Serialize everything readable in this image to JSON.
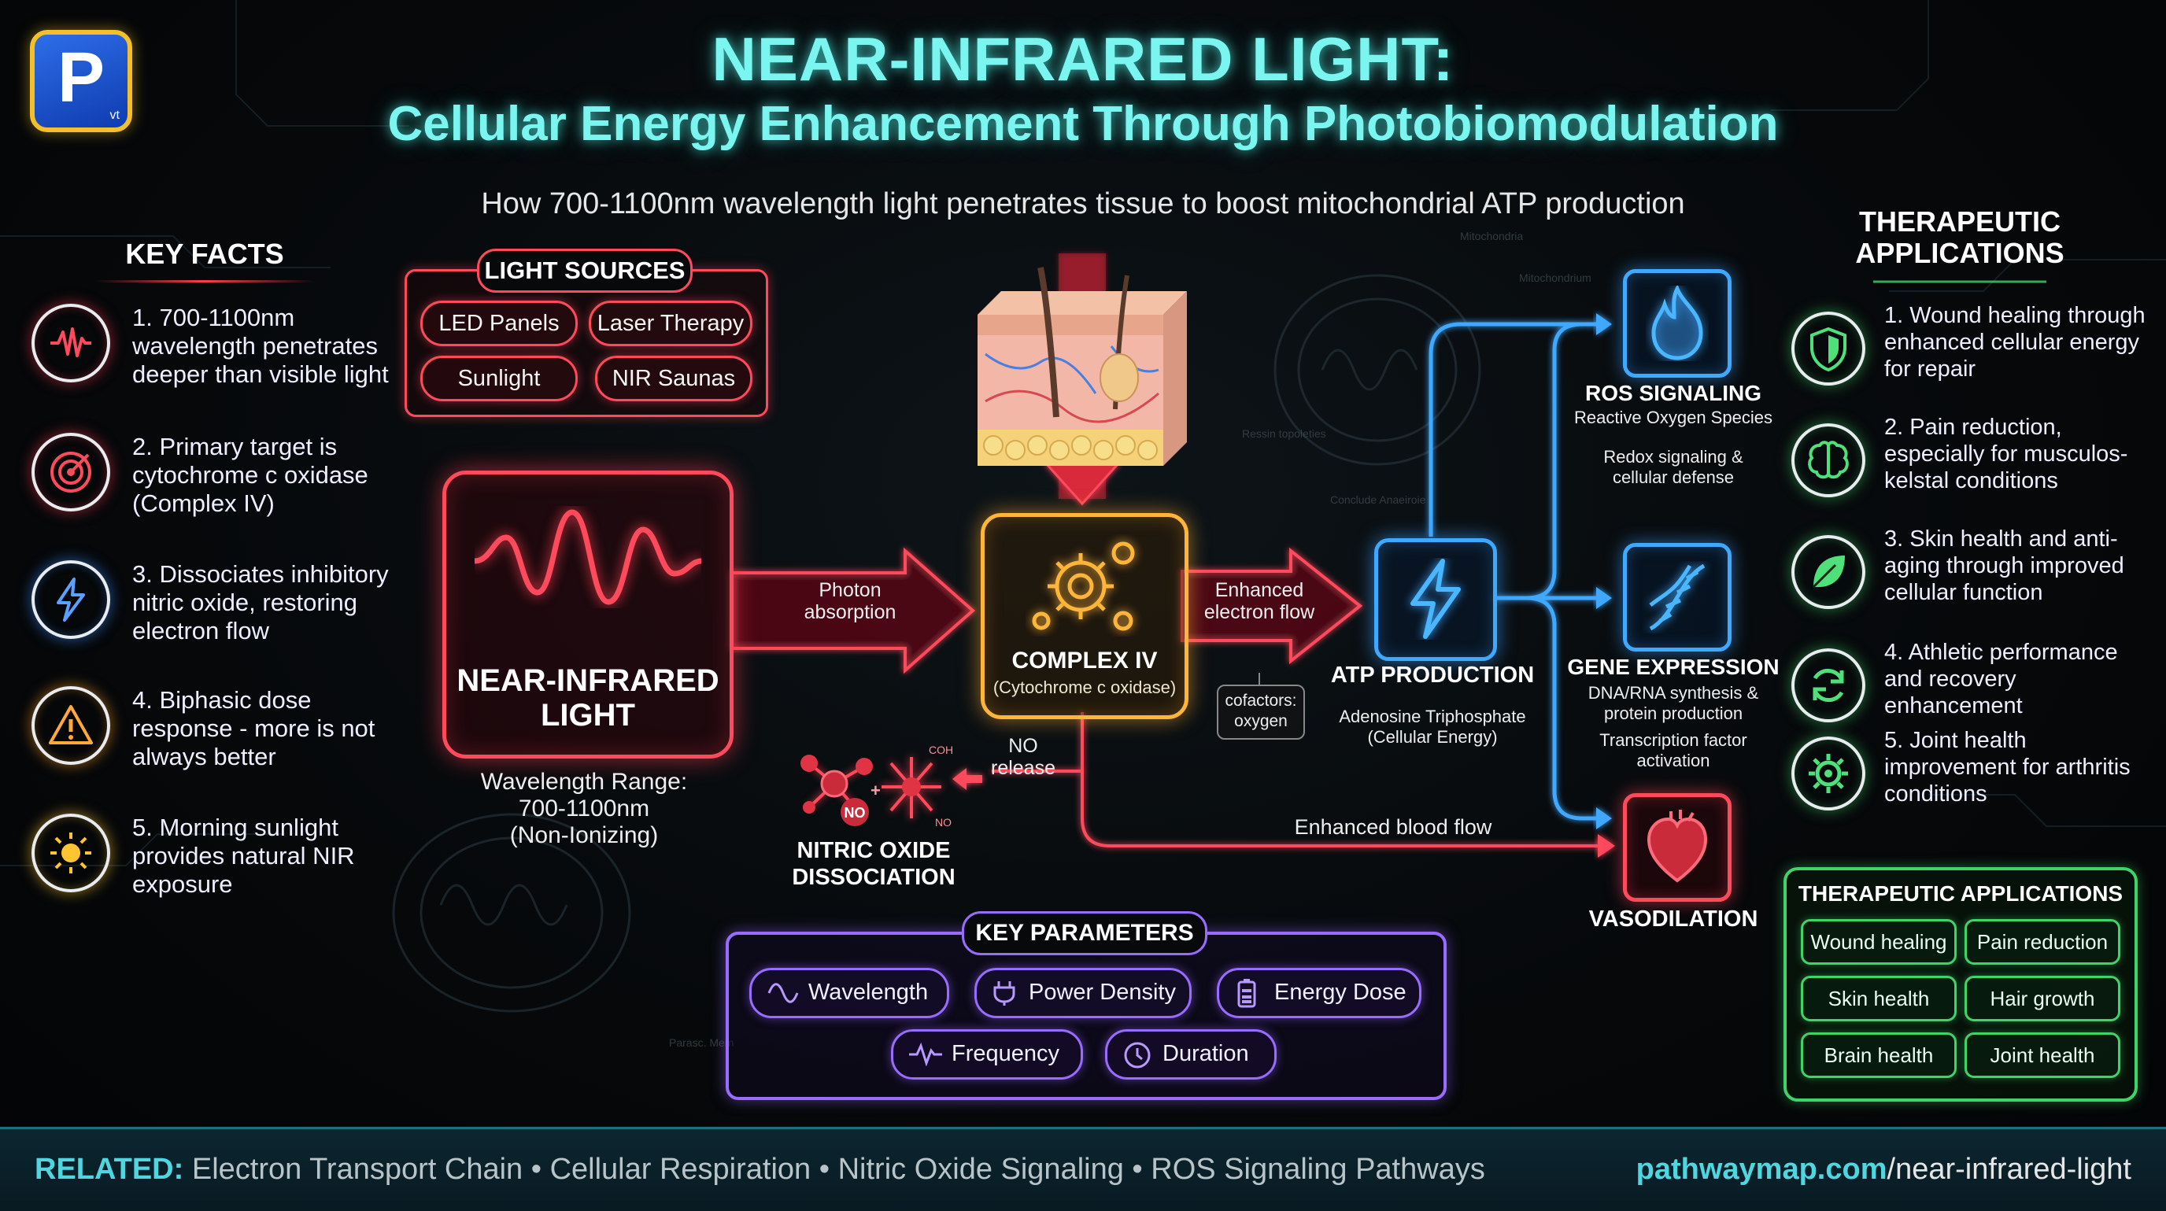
{
  "header": {
    "title_line1": "NEAR-INFRARED LIGHT:",
    "title_line2": "Cellular Energy Enhancement Through Photobiomodulation",
    "subtitle": "How 700-1100nm wavelength light penetrates tissue to boost mitochondrial ATP production",
    "logo_letter": "P",
    "logo_small": "vt"
  },
  "key_facts": {
    "heading": "KEY FACTS",
    "items": [
      {
        "text": "1. 700-1100nm wavelength penetrates deeper than visible light",
        "icon": "wave-icon",
        "color": "#ff3d4f"
      },
      {
        "text": "2. Primary target is cytochrome c oxidase (Complex IV)",
        "icon": "target-icon",
        "color": "#ff3d4f"
      },
      {
        "text": "3. Dissociates inhibitory nitric oxide, restoring electron flow",
        "icon": "lightning-icon",
        "color": "#3d8bff"
      },
      {
        "text": "4. Biphasic dose response - more is not always better",
        "icon": "warning-icon",
        "color": "#ff9b28"
      },
      {
        "text": "5. Morning sunlight provides natural NIR exposure",
        "icon": "sun-icon",
        "color": "#ffc431"
      }
    ]
  },
  "light_sources": {
    "heading": "LIGHT SOURCES",
    "items": [
      "LED Panels",
      "Laser Therapy",
      "Sunlight",
      "NIR Saunas"
    ]
  },
  "nir_node": {
    "title_line1": "NEAR-INFRARED",
    "title_line2": "LIGHT",
    "range_line1": "Wavelength Range:",
    "range_line2": "700-1100nm",
    "range_line3": "(Non-Ionizing)"
  },
  "arrows": {
    "photon_line1": "Photon",
    "photon_line2": "absorption",
    "electron_line1": "Enhanced",
    "electron_line2": "electron flow",
    "no_line1": "NO",
    "no_line2": "release",
    "blood_flow": "Enhanced blood flow"
  },
  "complex_iv": {
    "title": "COMPLEX IV",
    "subtitle": "(Cytochrome c oxidase)"
  },
  "cofactors": {
    "line1": "cofactors:",
    "line2": "oxygen"
  },
  "nitric_oxide": {
    "title_line1": "NITRIC OXIDE",
    "title_line2": "DISSOCIATION",
    "mol_no": "NO",
    "mol_coh": "COH",
    "mol_no2": "NO"
  },
  "atp": {
    "title": "ATP PRODUCTION",
    "desc_line1": "Adenosine Triphosphate",
    "desc_line2": "(Cellular Energy)"
  },
  "ros": {
    "title": "ROS SIGNALING",
    "desc1": "Reactive Oxygen Species",
    "desc2_line1": "Redox signaling &",
    "desc2_line2": "cellular defense"
  },
  "gene": {
    "title": "GENE EXPRESSION",
    "desc1_line1": "DNA/RNA synthesis &",
    "desc1_line2": "protein production",
    "desc2_line1": "Transcription factor",
    "desc2_line2": "activation"
  },
  "vaso": {
    "title": "VASODILATION"
  },
  "key_parameters": {
    "heading": "KEY PARAMETERS",
    "items": [
      {
        "label": "Wavelength",
        "icon": "sine-icon"
      },
      {
        "label": "Power Density",
        "icon": "plug-icon"
      },
      {
        "label": "Energy Dose",
        "icon": "battery-icon"
      },
      {
        "label": "Frequency",
        "icon": "pulse-icon"
      },
      {
        "label": "Duration",
        "icon": "clock-icon"
      }
    ]
  },
  "therapeutic": {
    "heading_line1": "THERAPEUTIC",
    "heading_line2": "APPLICATIONS",
    "items": [
      {
        "text": "1. Wound healing through enhanced cellular energy for repair",
        "icon": "shield-icon"
      },
      {
        "text": "2. Pain reduction, especially for musculos-kelstal conditions",
        "icon": "brain-icon"
      },
      {
        "text": "3. Skin health and anti-aging through improved cellular function",
        "icon": "leaf-icon"
      },
      {
        "text": "4. Athletic performance and recovery enhancement",
        "icon": "cycle-icon"
      },
      {
        "text": "5. Joint health improvement for arthritis conditions",
        "icon": "gear-icon"
      }
    ],
    "box_heading": "THERAPEUTIC APPLICATIONS",
    "tags": [
      "Wound healing",
      "Pain reduction",
      "Skin health",
      "Hair growth",
      "Brain health",
      "Joint health"
    ]
  },
  "background_labels": [
    "Mitochondria",
    "Mitochondrium",
    "Ressin topoleties",
    "Conclude Anaeiroie",
    "Parasc. Mem"
  ],
  "footer": {
    "related_label": "RELATED:",
    "related_items": "Electron Transport Chain • Cellular Respiration • Nitric Oxide Signaling • ROS Signaling Pathways",
    "url_domain": "pathwaymap.com",
    "url_path": "/near-infrared-light"
  },
  "colors": {
    "title": "#7af5f0",
    "red": "#ff3d4f",
    "orange": "#ffb43a",
    "blue": "#3fa8ff",
    "purple": "#9a6bff",
    "green": "#3fd46a"
  }
}
